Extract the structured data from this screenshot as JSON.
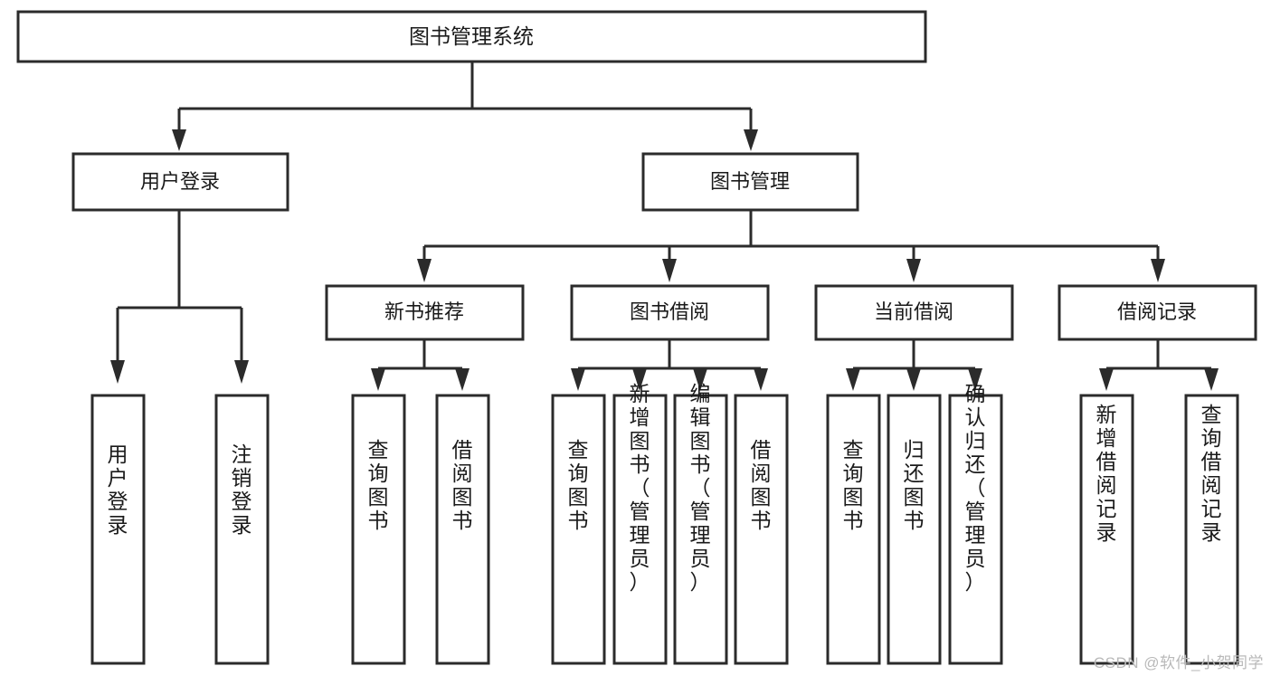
{
  "diagram": {
    "title": "图书管理系统",
    "type": "tree-hierarchy-flowchart",
    "watermark": "CSDN @软件_小贺同学",
    "colors": {
      "background": "#ffffff",
      "box_border": "#2b2b2b",
      "box_fill": "#ffffff",
      "text": "#1a1a1a",
      "watermark": "#b9b9b9"
    },
    "nodes": {
      "root": {
        "label": "图书管理系统"
      },
      "level2": [
        {
          "label": "用户登录"
        },
        {
          "label": "图书管理"
        }
      ],
      "level3": [
        {
          "label": "新书推荐"
        },
        {
          "label": "图书借阅"
        },
        {
          "label": "当前借阅"
        },
        {
          "label": "借阅记录"
        }
      ],
      "leaves": {
        "user_login": [
          {
            "label": "用户登录"
          },
          {
            "label": "注销登录"
          }
        ],
        "new_book_recommend": [
          {
            "label": "查询图书"
          },
          {
            "label": "借阅图书"
          }
        ],
        "book_borrow": [
          {
            "label": "查询图书"
          },
          {
            "label": "新增图书（管理员）"
          },
          {
            "label": "编辑图书（管理员）"
          },
          {
            "label": "借阅图书"
          }
        ],
        "current_borrow": [
          {
            "label": "查询图书"
          },
          {
            "label": "归还图书"
          },
          {
            "label": "确认归还（管理员）"
          }
        ],
        "borrow_record": [
          {
            "label": "新增借阅记录"
          },
          {
            "label": "查询借阅记录"
          }
        ]
      }
    }
  }
}
